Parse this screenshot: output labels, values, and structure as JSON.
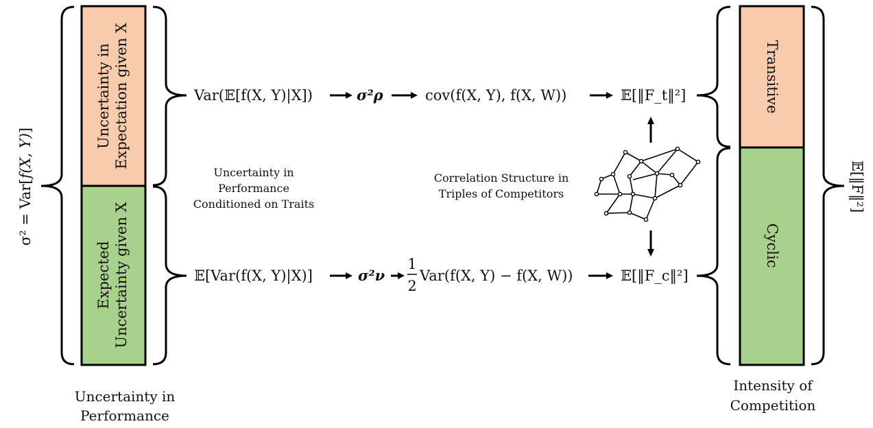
{
  "colors": {
    "orange": "#F8CBAD",
    "green": "#A9D18E",
    "border": "#000000"
  },
  "left_axis": {
    "prefix": "σ² = Var[",
    "fx": "f(X, Y)",
    "suffix": "]"
  },
  "left_bar": {
    "top": {
      "line1": "Uncertainty in",
      "line2": "Expectation given X"
    },
    "bottom": {
      "line1": "Expected",
      "line2": "Uncertainty given X"
    },
    "caption": {
      "line1": "Uncertainty in",
      "line2": "Performance"
    }
  },
  "right_bar": {
    "top": "Transitive",
    "bottom": "Cyclic",
    "caption": {
      "line1": "Intensity of",
      "line2": "Competition"
    }
  },
  "right_axis": {
    "label": "𝔼[‖F‖²]"
  },
  "top_row": {
    "var_exp": "Var(𝔼[f(X, Y)|X])",
    "sigma_rho": "σ²ρ",
    "cov": "cov(f(X, Y), f(X, W))",
    "transitive_norm": "𝔼[‖F_t‖²]"
  },
  "bottom_row": {
    "exp_var": "𝔼[Var(f(X, Y)|X)]",
    "sigma_nu": "σ²ν",
    "half_num": "1",
    "half_den": "2",
    "var_diff": "Var(f(X, Y) − f(X, W))",
    "cyclic_norm": "𝔼[‖F_c‖²]"
  },
  "middle_notes": {
    "left": {
      "line1": "Uncertainty in",
      "line2": "Performance",
      "line3": "Conditioned on Traits"
    },
    "right": {
      "line1": "Correlation Structure in",
      "line2": "Triples of Competitors"
    }
  },
  "network_icon": "graph-network-icon"
}
